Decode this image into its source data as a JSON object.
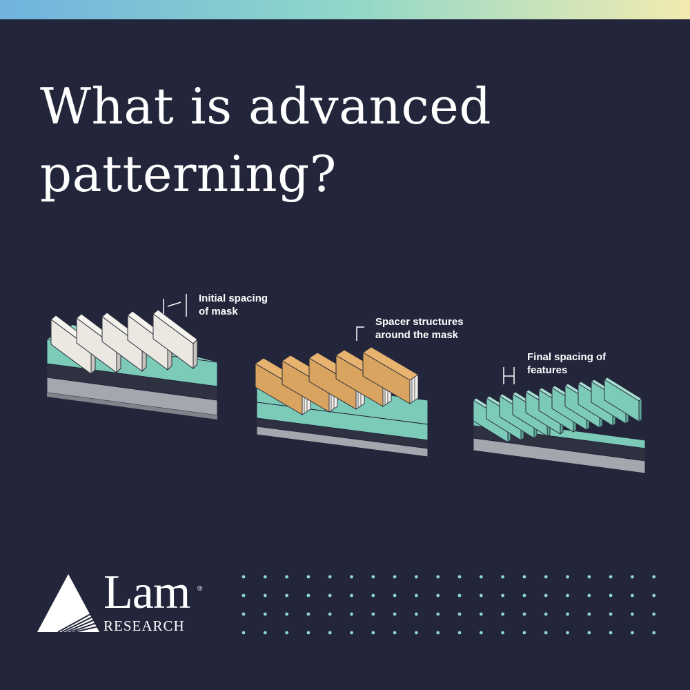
{
  "header": {
    "title": "What is advanced patterning?"
  },
  "diagram": {
    "steps": [
      {
        "label_line1": "Initial spacing",
        "label_line2": "of mask"
      },
      {
        "label_line1": "Spacer structures",
        "label_line2": "around the mask"
      },
      {
        "label_line1": "Final spacing of",
        "label_line2": "features"
      }
    ]
  },
  "branding": {
    "logo_word": "Lam",
    "logo_sub": "RESEARCH",
    "logo_mark": "®"
  },
  "colors": {
    "background": "#23253b",
    "teal": "#7ccbb8",
    "spacer": "#d9a45f",
    "mask": "#ebe8e1",
    "dots": "#8fd7c9"
  }
}
